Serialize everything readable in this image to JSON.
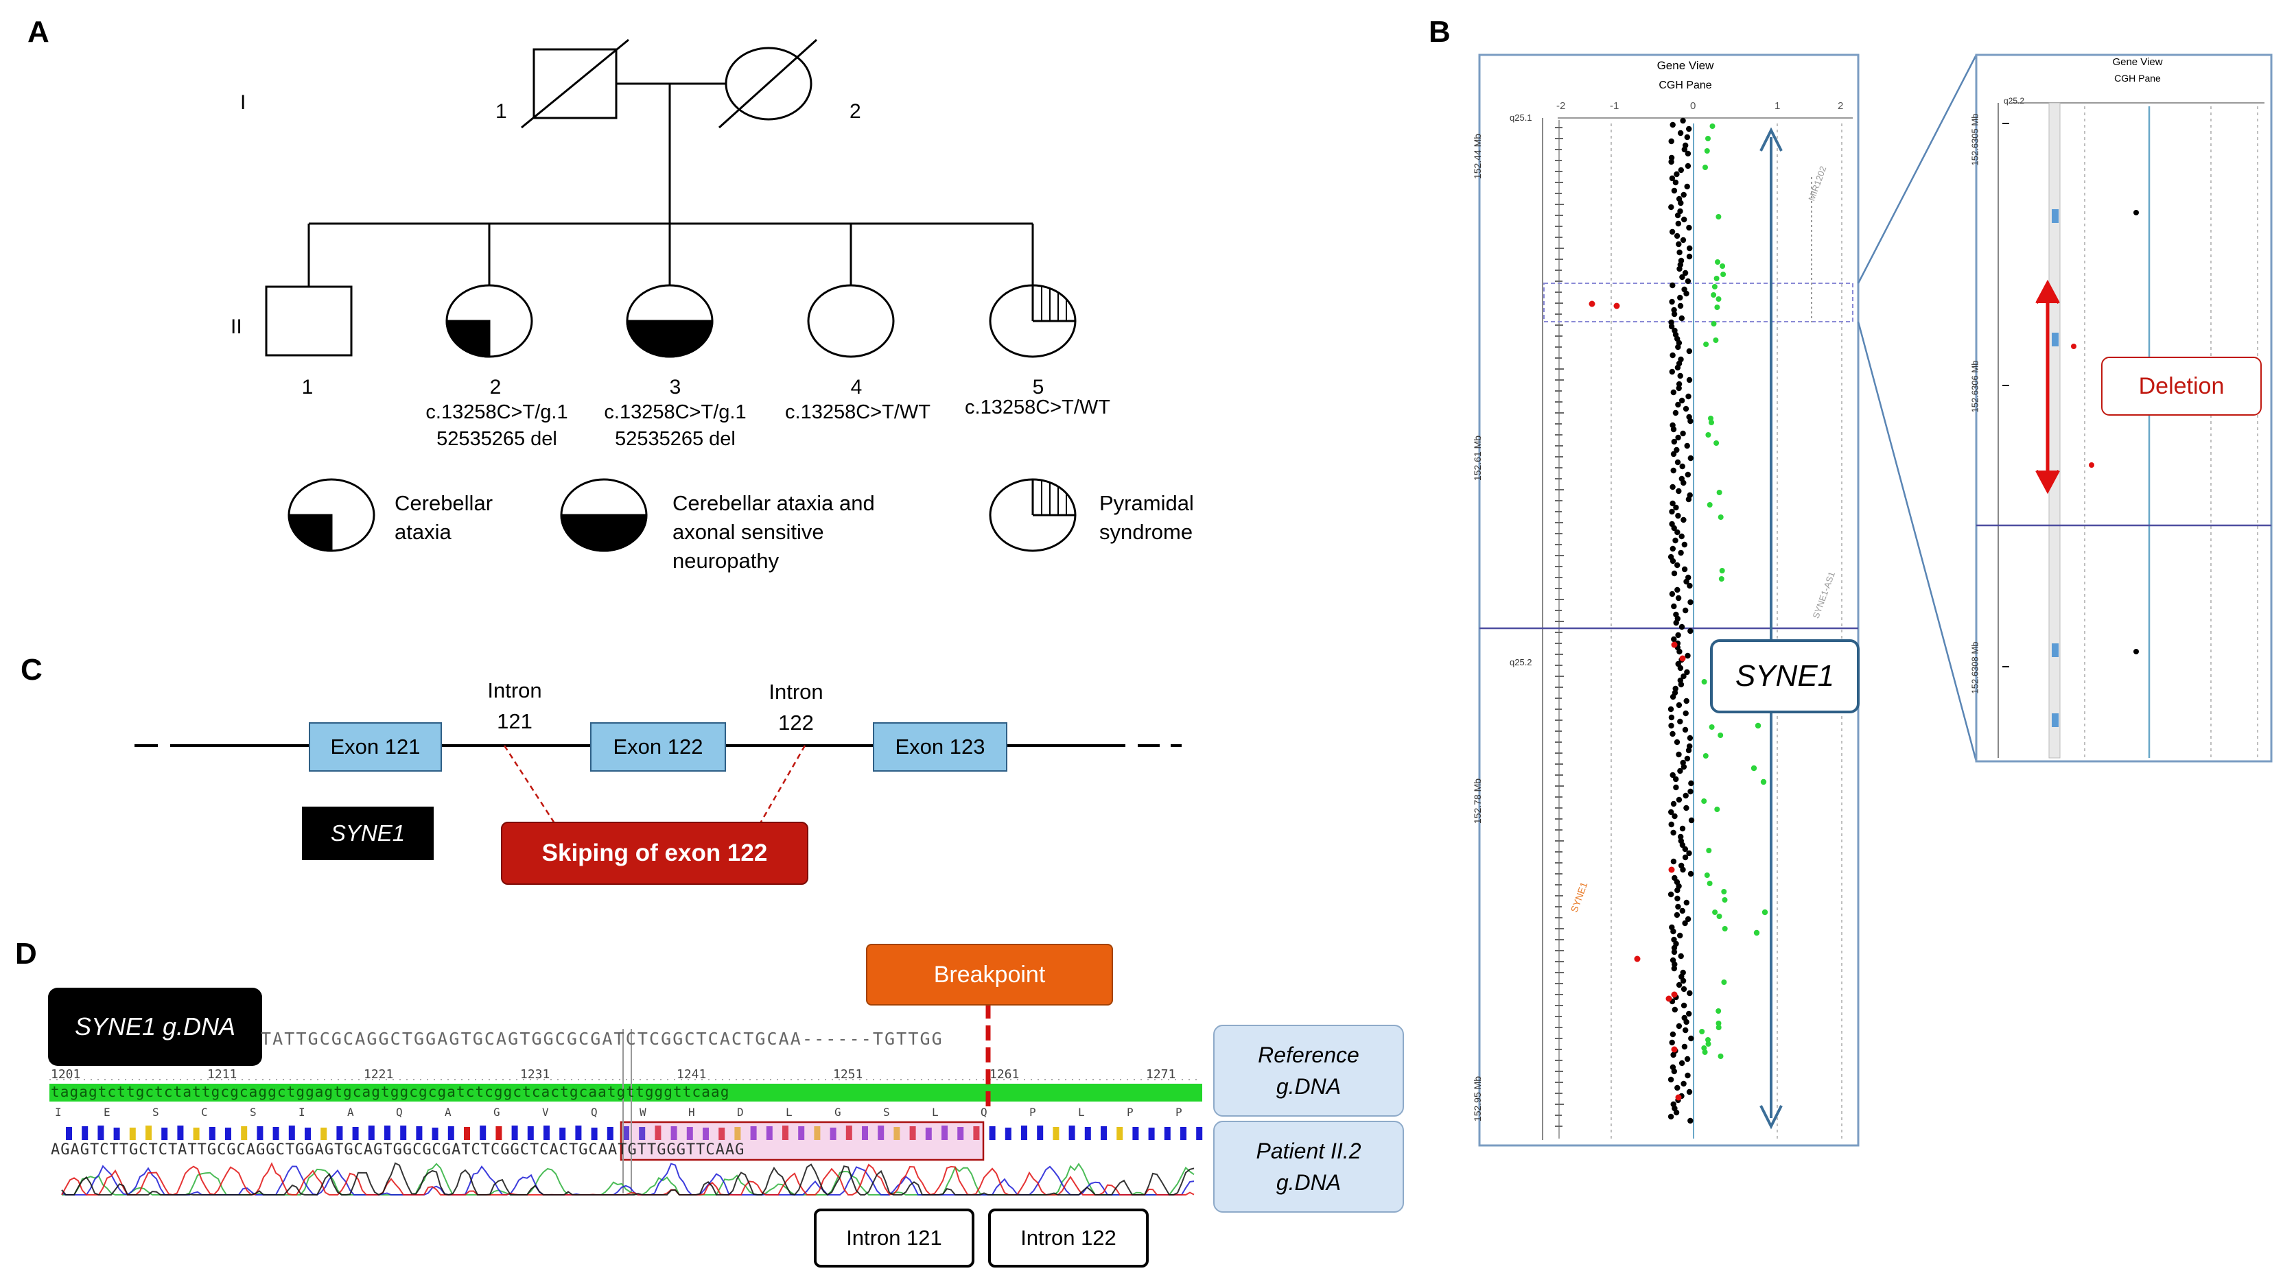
{
  "panels": {
    "a": "A",
    "b": "B",
    "c": "C",
    "d": "D"
  },
  "pedigree": {
    "gen1": "I",
    "gen2": "II",
    "gen1_members": [
      "1",
      "2"
    ],
    "gen2_members": [
      {
        "num": "1",
        "genotype": ""
      },
      {
        "num": "2",
        "genotype": "c.13258C>T/g.1 52535265 del"
      },
      {
        "num": "3",
        "genotype": "c.13258C>T/g.1 52535265 del"
      },
      {
        "num": "4",
        "genotype": "c.13258C>T/WT"
      },
      {
        "num": "5",
        "genotype": "c.13258C>T/WT"
      }
    ],
    "legend": [
      {
        "label": "Cerebellar ataxia"
      },
      {
        "label": "Cerebellar ataxia and axonal sensitive neuropathy"
      },
      {
        "label": "Pyramidal syndrome"
      }
    ]
  },
  "cgh": {
    "title": "Gene View",
    "subtitle": "CGH Pane",
    "ticks": [
      "-2",
      "-1",
      "0",
      "1",
      "2"
    ],
    "positions": [
      "152.44 Mb",
      "152.61 Mb",
      "152.78 Mb",
      "152.95 Mb"
    ],
    "bands": [
      "q25.1",
      "q25.2"
    ],
    "gene_tags": [
      "MIR1202",
      "SYNE1-AS1",
      "SYNE1"
    ],
    "gene_label": "SYNE1",
    "zoom_title": "Gene View",
    "zoom_subtitle": "CGH Pane",
    "zoom_positions": [
      "152.6305 Mb",
      "152.6306 Mb",
      "152.6308 Mb"
    ],
    "zoom_band": "q25.2",
    "deletion_label": "Deletion"
  },
  "gene_structure": {
    "exons": [
      "Exon 121",
      "Exon 122",
      "Exon 123"
    ],
    "introns": [
      {
        "line1": "Intron",
        "line2": "121"
      },
      {
        "line1": "Intron",
        "line2": "122"
      }
    ],
    "gene_name": "SYNE1",
    "skipping_label": "Skiping of exon 122"
  },
  "sequencing": {
    "label": "SYNE1 g.DNA",
    "breakpoint_label": "Breakpoint",
    "reference_seq": "TATTGCGCAGGCTGGAGTGCAGTGGCGCGATCTCGGCTCACTGCAA------TGTTGG",
    "ruler": [
      "1201",
      "1211",
      "1221",
      "1231",
      "1241",
      "1251",
      "1261",
      "1271"
    ],
    "consensus": "tagagtcttgctctattgcgcaggctggagtgcagtggcgcgatctcggctcactgcaatgttgggttcaag",
    "amino_acids": [
      "I",
      "E",
      "S",
      "C",
      "S",
      "I",
      "A",
      "Q",
      "A",
      "G",
      "V",
      "Q",
      "W",
      "H",
      "D",
      "L",
      "G",
      "S",
      "L",
      "Q",
      "P",
      "L",
      "P",
      "P"
    ],
    "patient_seq": "AGAGTCTTGCTCTATTGCGCAGGCTGGAGTGCAGTGGCGCGATCTCGGCTCACTGCAATGTTGGGTTCAAG",
    "reference_label_1": "Reference",
    "reference_label_2": "g.DNA",
    "patient_label_1": "Patient II.2",
    "patient_label_2": "g.DNA",
    "intron_left": "Intron 121",
    "intron_right": "Intron 122"
  },
  "colors": {
    "exon": "#8fc7e8",
    "red": "#c0180f",
    "orange": "#e8600f",
    "green": "#2bd53a",
    "blue_frame": "#2e5f86"
  }
}
